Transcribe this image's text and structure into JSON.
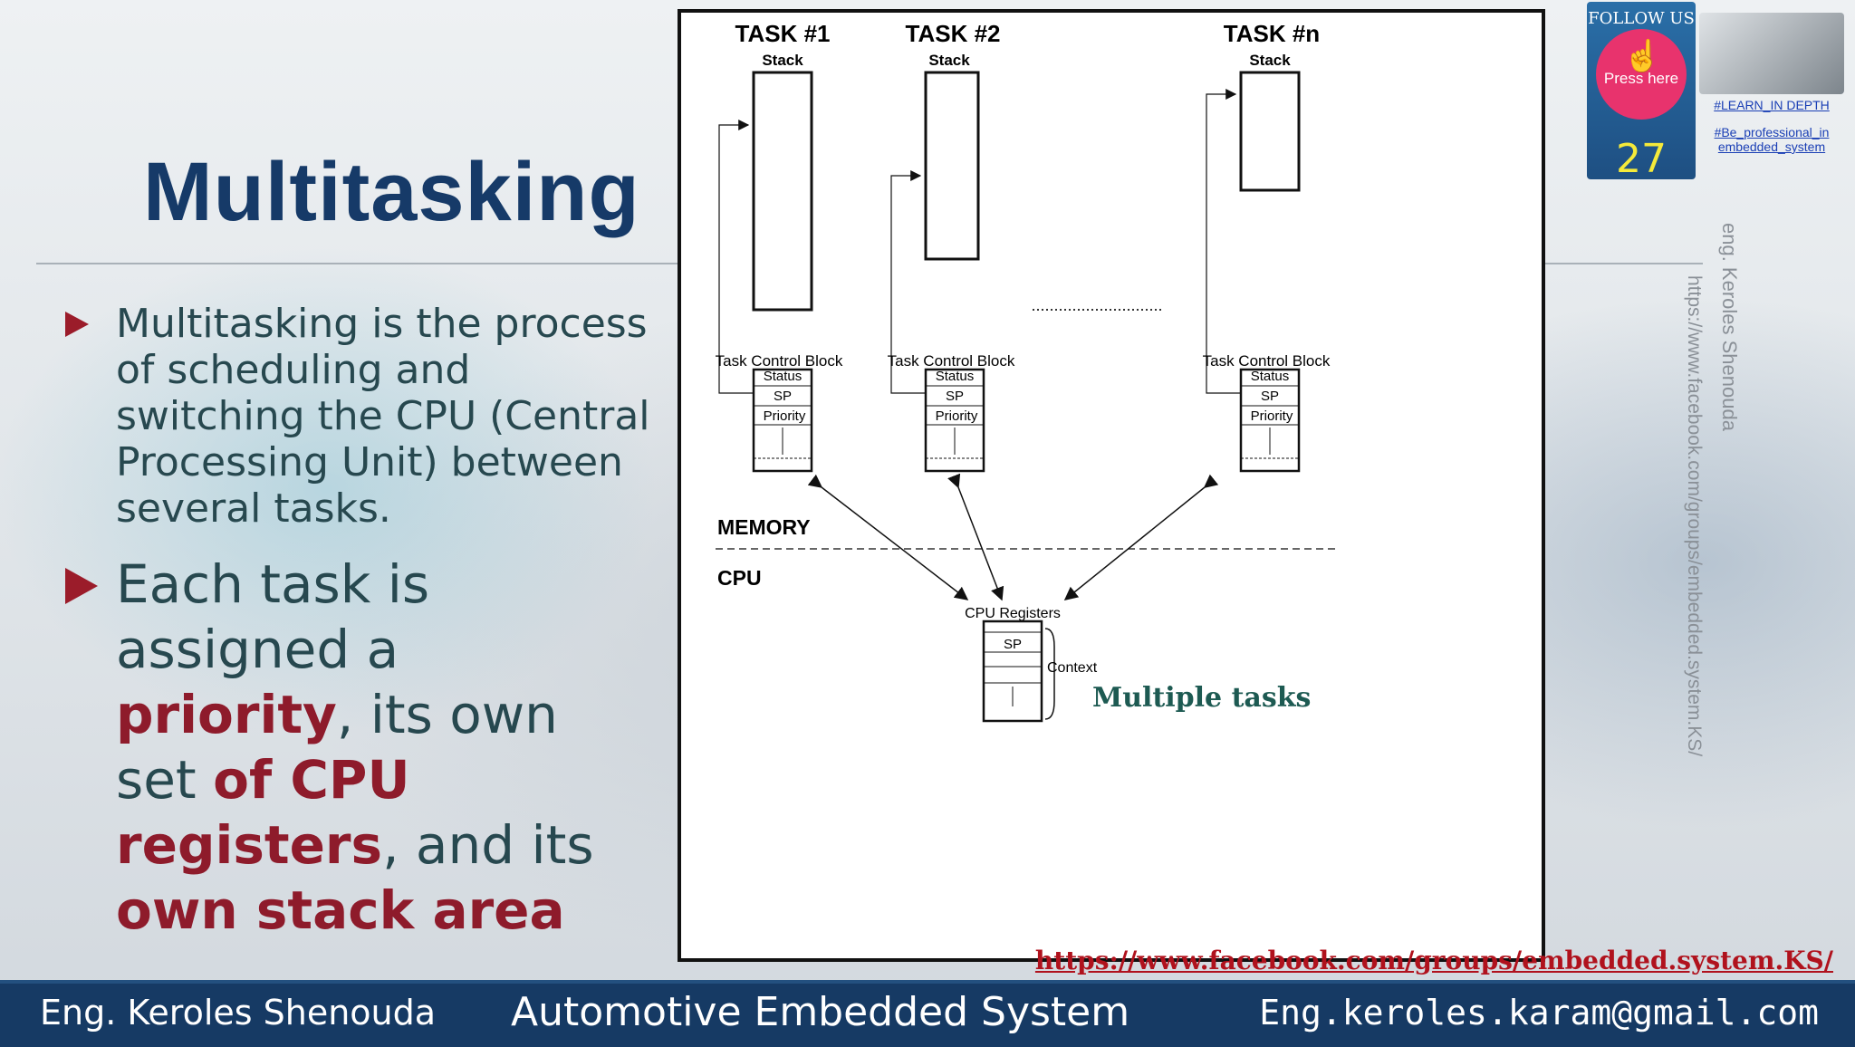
{
  "slide": {
    "title": "Multitasking",
    "bullets": {
      "b1": "Multitasking is the process of scheduling and switching the CPU (Central Processing Unit) between several tasks.",
      "b2_parts": [
        "Each task is assigned a ",
        "priority",
        ", its own set ",
        "of CPU registers",
        ", and its ",
        "own stack area"
      ]
    }
  },
  "diagram": {
    "tasks": [
      {
        "title": "TASK #1",
        "stack": "Stack",
        "tcb": "Task Control Block"
      },
      {
        "title": "TASK #2",
        "stack": "Stack",
        "tcb": "Task Control Block"
      },
      {
        "title": "TASK #n",
        "stack": "Stack",
        "tcb": "Task Control Block"
      }
    ],
    "tcb_fields": [
      "Status",
      "SP",
      "Priority"
    ],
    "memory_label": "MEMORY",
    "cpu_label": "CPU",
    "cpu_registers_label": "CPU Registers",
    "cpu_sp_label": "SP",
    "context_label": "Context",
    "caption": "Multiple tasks"
  },
  "follow_badge": {
    "label": "FOLLOW US",
    "press": "Press here",
    "number": "27",
    "link1": "#LEARN_IN DEPTH",
    "link2": "#Be_professional_in embedded_system"
  },
  "watermark": {
    "author": "eng. Keroles Shenouda",
    "url": "https://www.facebook.com/groups/embedded.system.KS/"
  },
  "bottom_url": "https://www.facebook.com/groups/embedded.system.KS/",
  "footer": {
    "left": "Eng. Keroles Shenouda",
    "center": "Automotive Embedded System",
    "right": "Eng.keroles.karam@gmail.com"
  },
  "colors": {
    "title": "#163a68",
    "highlight": "#8e1b2b",
    "footer_bg": "#163a64",
    "badge_pink": "#e8336d"
  }
}
